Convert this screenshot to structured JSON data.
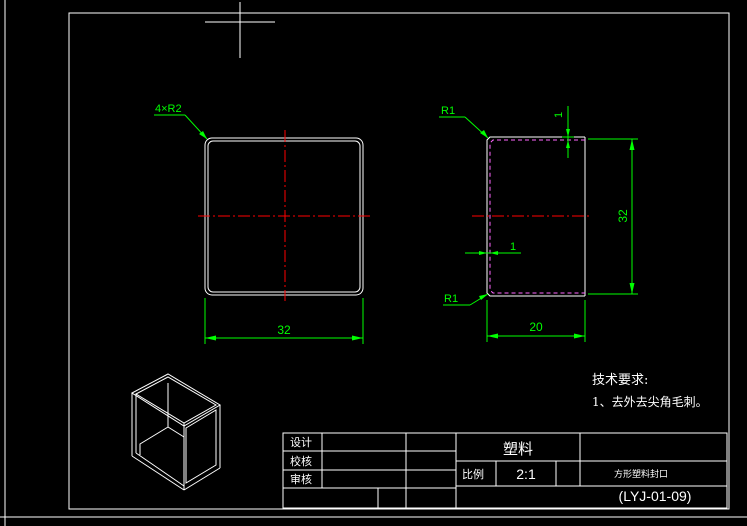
{
  "colors": {
    "background": "#000000",
    "outline": "#ffffff",
    "dimension": "#00ff00",
    "centerline": "#ff0000",
    "hidden": "#ff66ff"
  },
  "front_view": {
    "fillet_label": "4×R2",
    "width_dim": "32"
  },
  "side_view": {
    "fillet_top": "R1",
    "fillet_bottom": "R1",
    "wall_top_dim": "1",
    "wall_left_dim": "1",
    "height_dim": "32",
    "width_dim": "20"
  },
  "tech": {
    "title": "技术要求:",
    "line1": "1、去外去尖角毛刺。"
  },
  "title_block": {
    "design": "设计",
    "check": "校核",
    "review": "审核",
    "material": "塑料",
    "scale_label": "比例",
    "scale_value": "2:1",
    "part_name": "方形塑料封口",
    "drawing_no": "(LYJ-01-09)"
  }
}
